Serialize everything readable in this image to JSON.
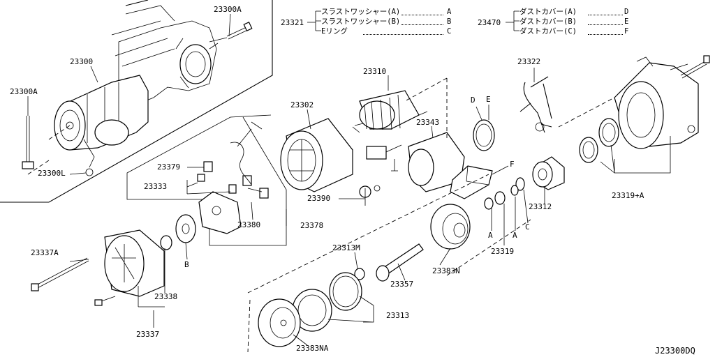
{
  "diagram_id": "J23300DQ",
  "legends": {
    "group_23321": {
      "code": "23321",
      "items": [
        {
          "name": "スラストワッシャー(A)",
          "key": "A"
        },
        {
          "name": "スラストワッシャー(B)",
          "key": "B"
        },
        {
          "name": "Eリング",
          "key": "C"
        }
      ]
    },
    "group_23470": {
      "code": "23470",
      "items": [
        {
          "name": "ダストカバー(A)",
          "key": "D"
        },
        {
          "name": "ダストカバー(B)",
          "key": "E"
        },
        {
          "name": "ダストカバー(C)",
          "key": "F"
        }
      ]
    }
  },
  "labels": {
    "p23300A_top": "23300A",
    "p23300": "23300",
    "p23300A_left": "23300A",
    "p23300L": "23300L",
    "p23310": "23310",
    "p23302": "23302",
    "p23343": "23343",
    "p23322": "23322",
    "p23379": "23379",
    "p23333": "23333",
    "p23380": "23380",
    "p23378": "23378",
    "p23390": "23390",
    "p23312": "23312",
    "p23319A": "23319+A",
    "p23319": "23319",
    "p23337A": "23337A",
    "p23338": "23338",
    "p23337": "23337",
    "p23313M": "23313M",
    "p23357": "23357",
    "p23383N": "23383N",
    "p23313": "23313",
    "p23383NA": "23383NA",
    "key_A1": "A",
    "key_A2": "A",
    "key_B": "B",
    "key_C": "C",
    "key_D": "D",
    "key_E": "E",
    "key_F": "F"
  }
}
